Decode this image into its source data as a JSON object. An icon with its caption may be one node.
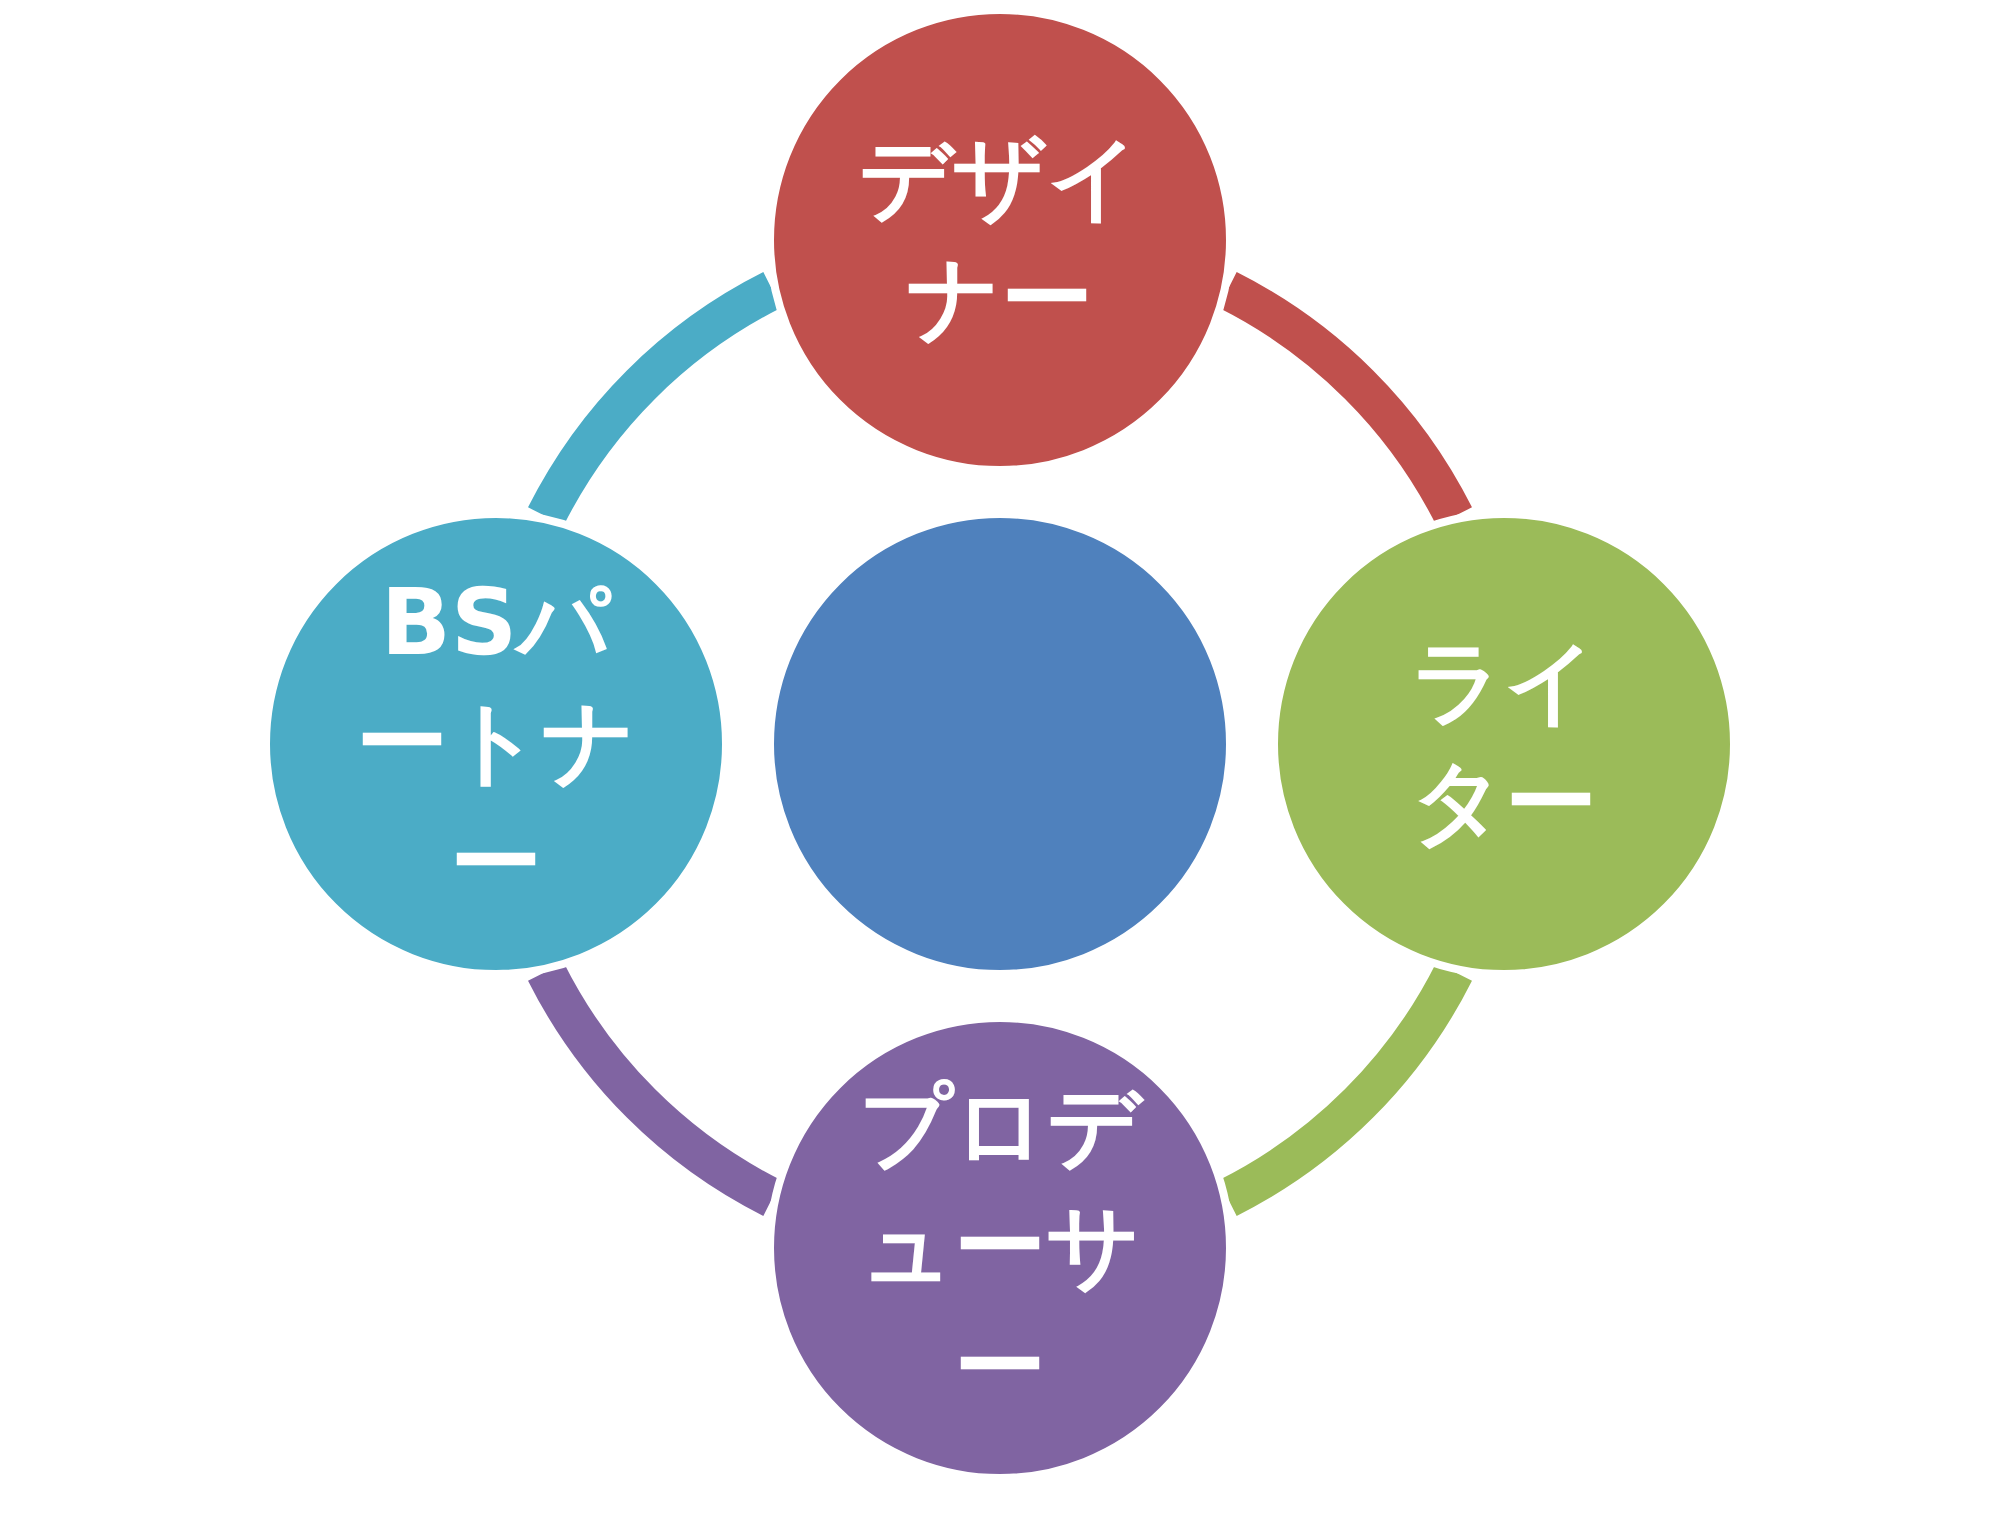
{
  "diagram": {
    "nodes": [
      {
        "text": [
          "デザイナー"
        ]
      },
      {
        "text": [
          "BSパートナー"
        ]
      },
      {
        "text": [],
        "shape": "circle"
      },
      {
        "text": [
          "ライター"
        ]
      },
      {
        "text": [
          "プロデューサー"
        ]
      }
    ],
    "edges": [
      {
        "from": 0,
        "to": 3,
        "arrow": "none",
        "color": "#c0504d"
      },
      {
        "from": 3,
        "to": 4,
        "arrow": "none",
        "color": "#9bbb59"
      },
      {
        "from": 4,
        "to": 1,
        "arrow": "none",
        "color": "#8064a2"
      },
      {
        "from": 1,
        "to": 0,
        "arrow": "none",
        "color": "#4bacc6"
      }
    ]
  }
}
